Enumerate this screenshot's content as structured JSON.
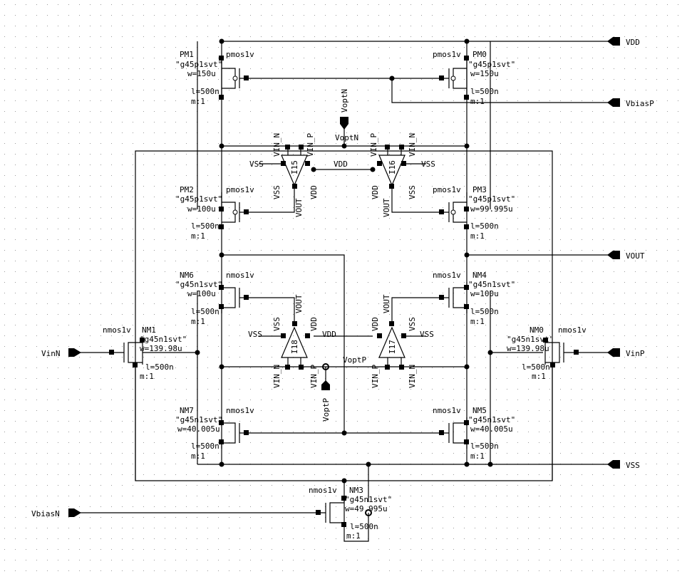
{
  "ports": {
    "vdd": "VDD",
    "vbiasp": "VbiasP",
    "vout": "VOUT",
    "vinn": "VinN",
    "vinp": "VinP",
    "vss": "VSS",
    "vbiasn": "VbiasN",
    "voptn": "VoptN",
    "voptp": "VoptP"
  },
  "transistors": {
    "pm1": {
      "name": "PM1",
      "model": "\"g45p1svt\"",
      "w": "w=150u",
      "l": "l=500n",
      "m": "m:1",
      "type": "pmos1v"
    },
    "pm0": {
      "name": "PM0",
      "model": "\"g45p1svt\"",
      "w": "w=150u",
      "l": "l=500n",
      "m": "m:1",
      "type": "pmos1v"
    },
    "pm2": {
      "name": "PM2",
      "model": "\"g45p1svt\"",
      "w": "w=100u",
      "l": "l=500n",
      "m": "m:1",
      "type": "pmos1v"
    },
    "pm3": {
      "name": "PM3",
      "model": "\"g45p1svt\"",
      "w": "w=99.995u",
      "l": "l=500n",
      "m": "m:1",
      "type": "pmos1v"
    },
    "nm6": {
      "name": "NM6",
      "model": "\"g45n1svt\"",
      "w": "w=100u",
      "l": "l=500n",
      "m": "m:1",
      "type": "nmos1v"
    },
    "nm4": {
      "name": "NM4",
      "model": "\"g45n1svt\"",
      "w": "w=100u",
      "l": "l=500n",
      "m": "m:1",
      "type": "nmos1v"
    },
    "nm1": {
      "name": "NM1",
      "model": "\"g45n1svt\"",
      "w": "w=139.98u",
      "l": "l=500n",
      "m": "m:1",
      "type": "nmos1v"
    },
    "nm0": {
      "name": "NM0",
      "model": "\"g45n1svt\"",
      "w": "w=139.98u",
      "l": "l=500n",
      "m": "m:1",
      "type": "nmos1v"
    },
    "nm7": {
      "name": "NM7",
      "model": "\"g45n1svt\"",
      "w": "w=40.005u",
      "l": "l=500n",
      "m": "m:1",
      "type": "nmos1v"
    },
    "nm5": {
      "name": "NM5",
      "model": "\"g45n1svt\"",
      "w": "w=40.005u",
      "l": "l=500n",
      "m": "m:1",
      "type": "nmos1v"
    },
    "nm3": {
      "name": "NM3",
      "model": "\"g45n1svt\"",
      "w": "w=49.995u",
      "l": "l=500n",
      "m": "m:1",
      "type": "nmos1v"
    }
  },
  "amps": {
    "i15": {
      "name": "I15",
      "vin_n": "VIN_N",
      "vin_p": "VIN_P",
      "vss": "VSS",
      "vdd": "VDD",
      "vout": "VOUT"
    },
    "i16": {
      "name": "I16",
      "vin_n": "VIN_N",
      "vin_p": "VIN_P",
      "vss": "VSS",
      "vdd": "VDD",
      "vout": "VOUT"
    },
    "i18": {
      "name": "I18",
      "vin_n": "VIN_N",
      "vin_p": "VIN_P",
      "vss": "VSS",
      "vdd": "VDD",
      "vout": "VOUT"
    },
    "i17": {
      "name": "I17",
      "vin_n": "VIN_N",
      "vin_p": "VIN_P",
      "vss": "VSS",
      "vdd": "VDD",
      "vout": "VOUT"
    }
  },
  "nets": {
    "vss": "VSS",
    "vdd": "VDD"
  },
  "colors": {
    "background": "#ffffff",
    "grid": "#9a9a9a",
    "wire": "#000000"
  }
}
